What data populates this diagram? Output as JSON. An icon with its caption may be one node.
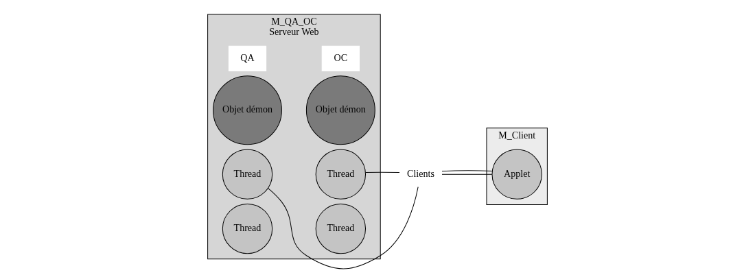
{
  "diagram": {
    "nodes": [
      {
        "text": [
          "M_QA_OC",
          "Serveur Web"
        ]
      },
      {
        "text": [
          "QA"
        ],
        "in": 0
      },
      {
        "text": [
          "Objet démon"
        ],
        "in": 0
      },
      {
        "text": [
          "Thread"
        ],
        "in": 0
      },
      {
        "text": [
          "Thread"
        ],
        "in": 0
      },
      {
        "text": [
          "OC"
        ],
        "in": 0
      },
      {
        "text": [
          "Objet démon"
        ],
        "in": 0
      },
      {
        "text": [
          "Thread"
        ],
        "in": 0
      },
      {
        "text": [
          "Thread"
        ],
        "in": 0
      },
      {
        "text": [
          "Clients"
        ]
      },
      {
        "text": [
          "M_Client"
        ]
      },
      {
        "text": [
          "Applet"
        ],
        "in": 10
      }
    ],
    "edges": [
      {
        "from": 9,
        "to": 3,
        "arrow": "none"
      },
      {
        "from": 9,
        "to": 7,
        "arrow": "none"
      },
      {
        "from": 9,
        "to": 11,
        "arrow": "none"
      },
      {
        "from": 9,
        "to": 11,
        "arrow": "none"
      }
    ]
  }
}
